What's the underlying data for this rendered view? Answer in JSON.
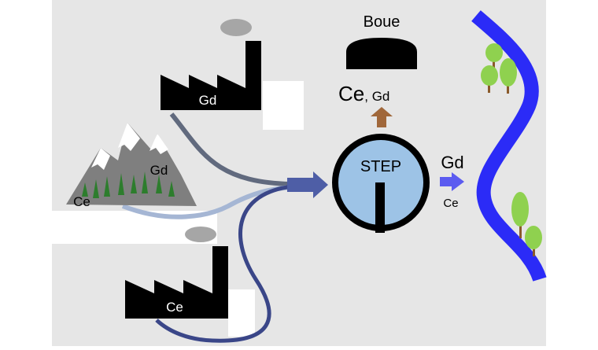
{
  "diagram": {
    "sources": {
      "factory_top": {
        "label": "Gd"
      },
      "mountain": {
        "label_left": "Ce",
        "label_right": "Gd"
      },
      "factory_bottom": {
        "label": "Ce"
      }
    },
    "treatment_plant": {
      "label": "STEP"
    },
    "sludge": {
      "title": "Boue",
      "label_main": "Ce",
      "label_sub": ", Gd"
    },
    "discharge": {
      "label_top": "Gd",
      "label_bottom": "Ce"
    }
  },
  "colors": {
    "background": "#e6e6e6",
    "pipe_factory_top": "#616a7e",
    "pipe_mountain": "#a5b6d4",
    "pipe_factory_bottom": "#3a4688",
    "inflow_arrow": "#4e5ea6",
    "plant_fill": "#9dc3e6",
    "sludge_arrow": "#a0673a",
    "outflow_arrow": "#5b5bf0",
    "river": "#2b2bf7",
    "tree_foliage": "#8fd14f",
    "tree_trunk": "#8a5a2b",
    "pine": "#2d7d2d",
    "mountain": "#7f7f7f",
    "smoke": "#a6a6a6"
  }
}
